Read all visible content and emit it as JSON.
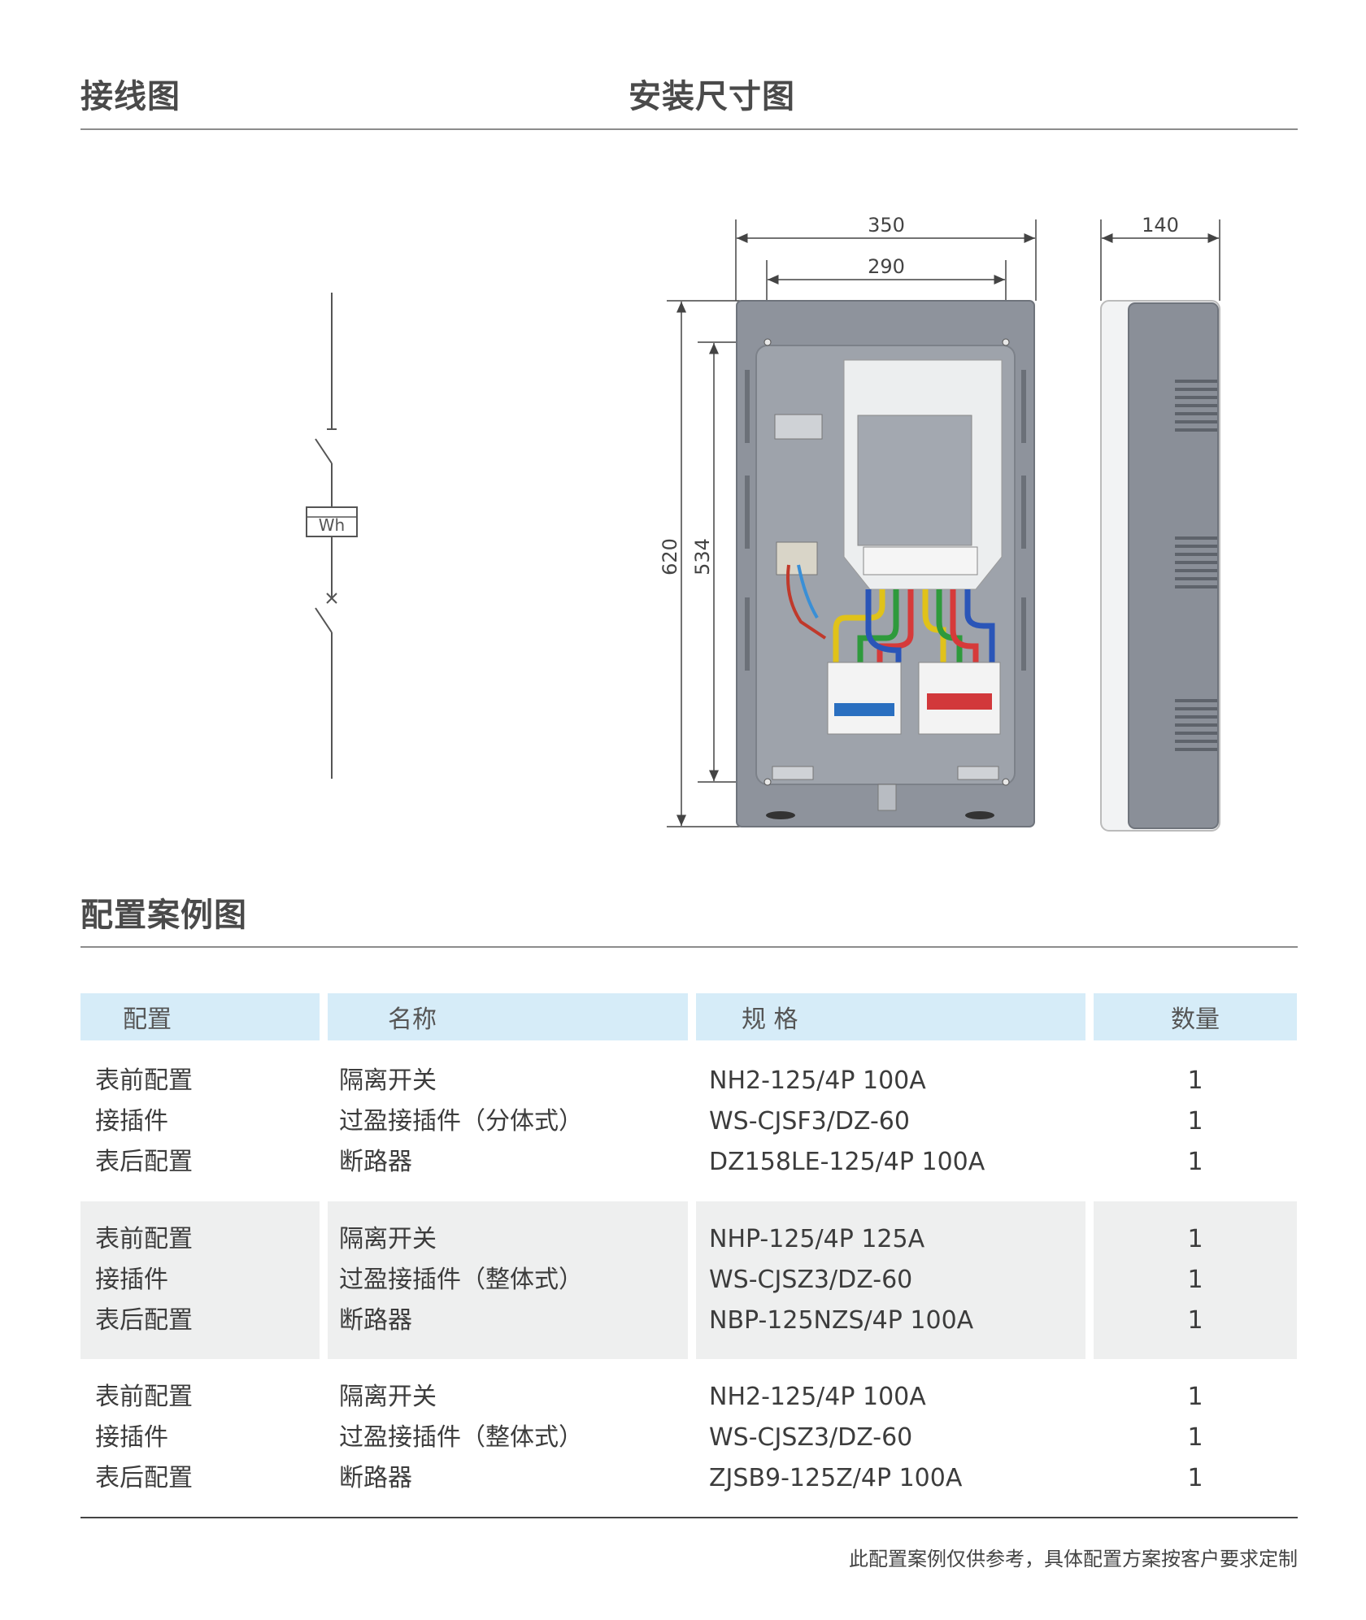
{
  "sections": {
    "wiring_title": "接线图",
    "install_title": "安装尺寸图",
    "config_title": "配置案例图"
  },
  "wiring": {
    "meter_label": "Wh"
  },
  "dimensions": {
    "front_width": "350",
    "front_inner_width": "290",
    "side_depth": "140",
    "height": "620",
    "inner_height": "534"
  },
  "table": {
    "headers": [
      "配置",
      "名称",
      "规 格",
      "数量"
    ],
    "groups": [
      {
        "shaded": false,
        "rows": [
          {
            "config": "表前配置",
            "name": "隔离开关",
            "spec": "NH2-125/4P 100A",
            "qty": "1"
          },
          {
            "config": "接插件",
            "name": "过盈接插件（分体式）",
            "spec": "WS-CJSF3/DZ-60",
            "qty": "1"
          },
          {
            "config": "表后配置",
            "name": "断路器",
            "spec": "DZ158LE-125/4P 100A",
            "qty": "1"
          }
        ]
      },
      {
        "shaded": true,
        "rows": [
          {
            "config": "表前配置",
            "name": "隔离开关",
            "spec": "NHP-125/4P 125A",
            "qty": "1"
          },
          {
            "config": "接插件",
            "name": "过盈接插件（整体式）",
            "spec": "WS-CJSZ3/DZ-60",
            "qty": "1"
          },
          {
            "config": "表后配置",
            "name": "断路器",
            "spec": "NBP-125NZS/4P 100A",
            "qty": "1"
          }
        ]
      },
      {
        "shaded": false,
        "rows": [
          {
            "config": "表前配置",
            "name": "隔离开关",
            "spec": "NH2-125/4P 100A",
            "qty": "1"
          },
          {
            "config": "接插件",
            "name": "过盈接插件（整体式）",
            "spec": "WS-CJSZ3/DZ-60",
            "qty": "1"
          },
          {
            "config": "表后配置",
            "name": "断路器",
            "spec": "ZJSB9-125Z/4P 100A",
            "qty": "1"
          }
        ]
      }
    ]
  },
  "footnote": "此配置案例仅供参考，具体配置方案按客户要求定制",
  "colors": {
    "header_bg": "#d6ecf8",
    "shaded_bg": "#eeefef",
    "box_gray": "#8e939c"
  }
}
